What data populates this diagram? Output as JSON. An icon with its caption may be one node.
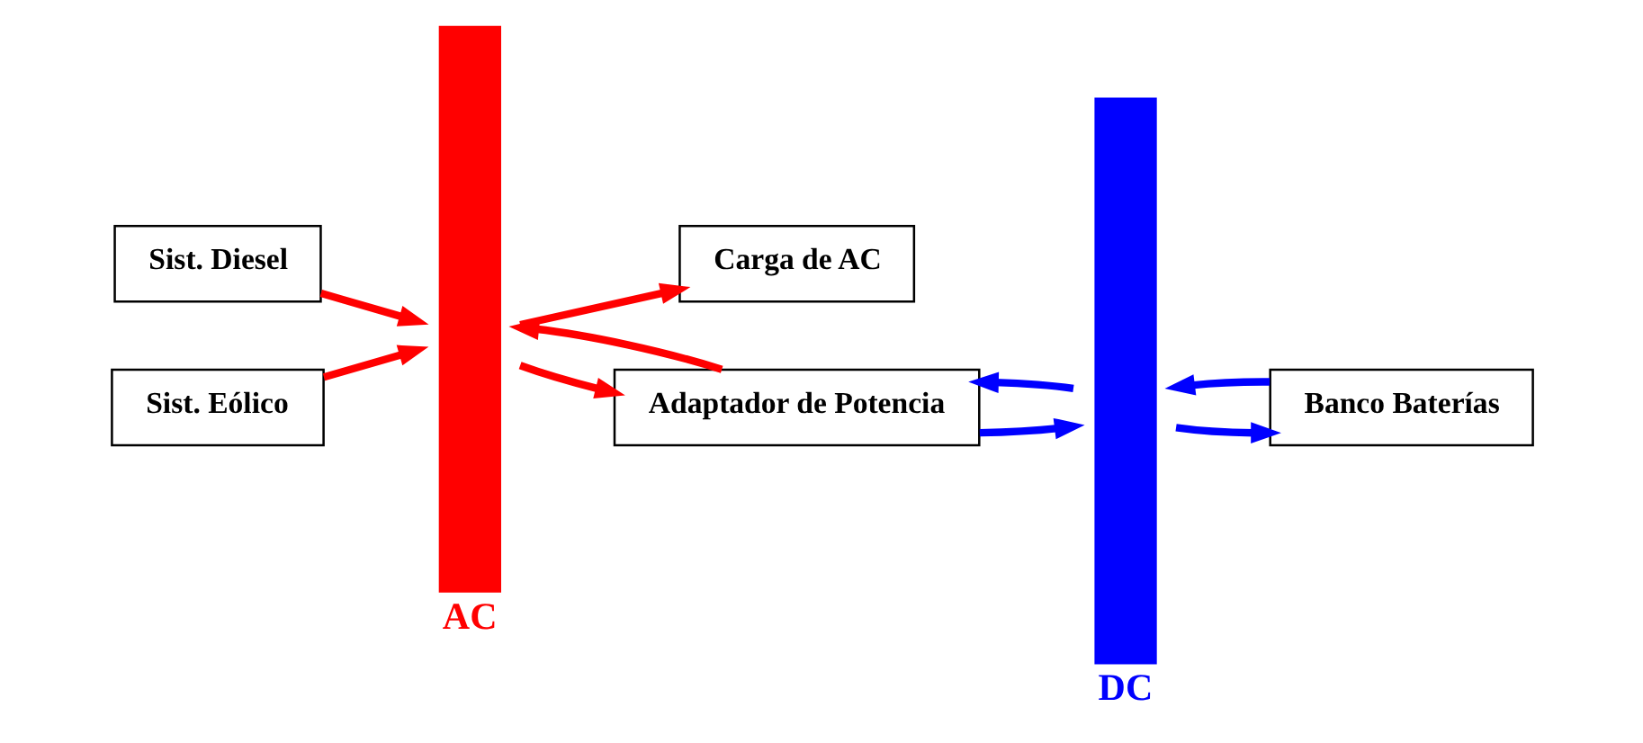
{
  "diagram": {
    "nodes": [
      {
        "text": [
          "Sist. Diesel"
        ]
      },
      {
        "text": [
          "Sist. Eólico"
        ]
      },
      {
        "text": [
          "AC"
        ]
      },
      {
        "text": [
          "Carga de AC"
        ]
      },
      {
        "text": [
          "Adaptador de Potencia"
        ]
      },
      {
        "text": [
          "DC"
        ]
      },
      {
        "text": [
          "Banco Baterías"
        ]
      }
    ],
    "edges": [
      {
        "from": 0,
        "to": 2,
        "arrow": "to"
      },
      {
        "from": 1,
        "to": 2,
        "arrow": "to"
      },
      {
        "from": 2,
        "to": 3,
        "arrow": "to"
      },
      {
        "from": 4,
        "to": 2,
        "arrow": "to"
      },
      {
        "from": 2,
        "to": 4,
        "arrow": "to"
      },
      {
        "from": 5,
        "to": 4,
        "arrow": "to",
        "color": "#0000ff"
      },
      {
        "from": 4,
        "to": 5,
        "arrow": "to",
        "color": "#0000ff"
      },
      {
        "from": 5,
        "to": 6,
        "arrow": "to",
        "color": "#0000ff"
      },
      {
        "from": 6,
        "to": 5,
        "arrow": "to",
        "color": "#0000ff"
      }
    ]
  }
}
